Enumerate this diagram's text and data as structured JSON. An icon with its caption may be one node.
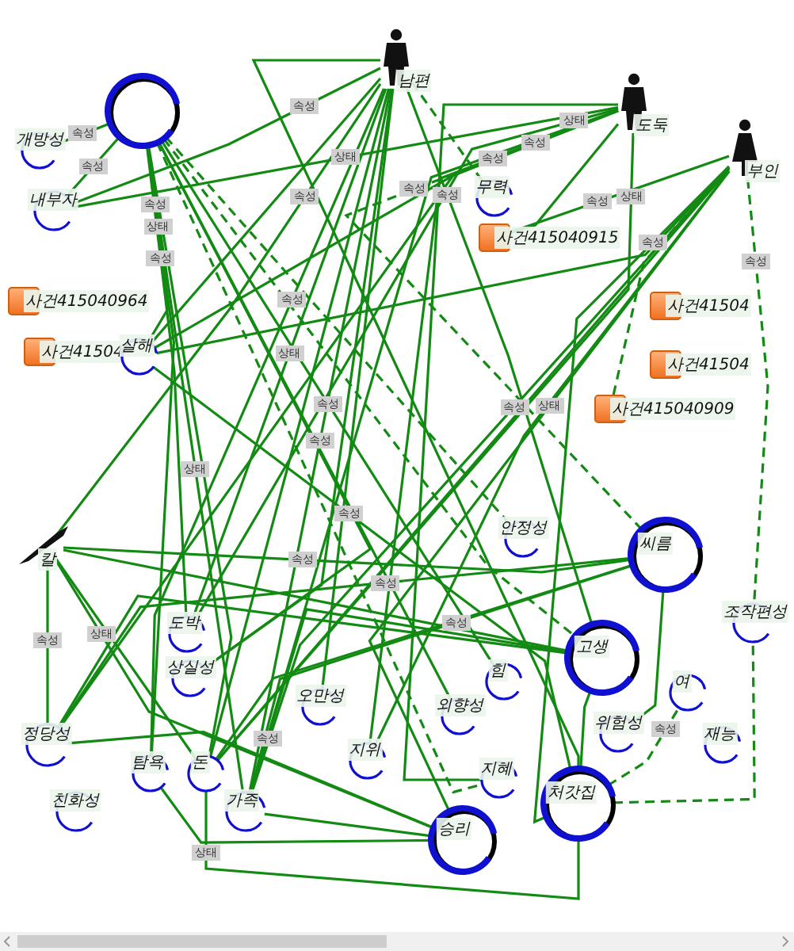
{
  "diagram": {
    "nodes": [
      {
        "text": [],
        "shape": "circle"
      },
      {
        "text": [
          "남편"
        ]
      },
      {
        "text": [
          "도둑"
        ]
      },
      {
        "text": [
          "부인"
        ]
      },
      {
        "text": [
          "개방성"
        ]
      },
      {
        "text": [
          "내부자"
        ]
      },
      {
        "text": [
          "무력"
        ]
      },
      {
        "text": [
          "사건415040915"
        ]
      },
      {
        "text": [
          "사건415040964"
        ]
      },
      {
        "text": [
          "사건41504"
        ]
      },
      {
        "text": [
          "살해"
        ]
      },
      {
        "text": [
          "사건41504"
        ]
      },
      {
        "text": [
          "사건41504"
        ]
      },
      {
        "text": [
          "사건415040909"
        ]
      },
      {
        "text": [
          "칼"
        ]
      },
      {
        "text": [
          "안정성"
        ]
      },
      {
        "text": [
          "씨름"
        ]
      },
      {
        "text": [
          "조작편성"
        ]
      },
      {
        "text": [
          "도박"
        ]
      },
      {
        "text": [
          "상실성"
        ]
      },
      {
        "text": [
          "정당성"
        ]
      },
      {
        "text": [
          "친화성"
        ]
      },
      {
        "text": [
          "탐욕"
        ]
      },
      {
        "text": [
          "돈"
        ]
      },
      {
        "text": [
          "가족"
        ]
      },
      {
        "text": [
          "오만성"
        ]
      },
      {
        "text": [
          "지위"
        ]
      },
      {
        "text": [
          "외향성"
        ]
      },
      {
        "text": [
          "힘"
        ]
      },
      {
        "text": [
          "고생"
        ]
      },
      {
        "text": [
          "위험성"
        ]
      },
      {
        "text": [
          "여"
        ]
      },
      {
        "text": [
          "재능"
        ]
      },
      {
        "text": [
          "지혜"
        ]
      },
      {
        "text": [
          "승리"
        ]
      },
      {
        "text": [
          "처갓집"
        ]
      }
    ],
    "edges": [
      {
        "from": 0,
        "to": 4,
        "arrow": "none",
        "label": "속성"
      },
      {
        "from": 0,
        "to": 5,
        "arrow": "none",
        "label": "속성"
      },
      {
        "from": 0,
        "to": 10,
        "arrow": "none",
        "label": "상태"
      },
      {
        "from": 0,
        "to": 18,
        "arrow": "none",
        "label": "속성"
      },
      {
        "from": 0,
        "to": 19,
        "arrow": "none"
      },
      {
        "from": 0,
        "to": 22,
        "arrow": "none",
        "label": "속성"
      },
      {
        "from": 0,
        "to": 23,
        "arrow": "none"
      },
      {
        "from": 0,
        "to": 24,
        "arrow": "none",
        "label": "상태"
      },
      {
        "from": 0,
        "to": 15,
        "arrow": "none",
        "style": "dashed"
      },
      {
        "from": 0,
        "to": 29,
        "arrow": "none",
        "style": "dashed"
      },
      {
        "from": 0,
        "to": 28,
        "arrow": "none",
        "label": "속성"
      },
      {
        "from": 0,
        "to": 27,
        "arrow": "none"
      },
      {
        "from": 0,
        "to": 33,
        "arrow": "none",
        "style": "dashed"
      },
      {
        "from": 1,
        "to": 5,
        "arrow": "none",
        "label": "속성"
      },
      {
        "from": 1,
        "to": 10,
        "arrow": "none"
      },
      {
        "from": 1,
        "to": 6,
        "arrow": "none",
        "style": "dashed"
      },
      {
        "from": 1,
        "to": 18,
        "arrow": "none",
        "label": "상태"
      },
      {
        "from": 1,
        "to": 19,
        "arrow": "none"
      },
      {
        "from": 1,
        "to": 22,
        "arrow": "none",
        "label": "속성"
      },
      {
        "from": 1,
        "to": 23,
        "arrow": "none"
      },
      {
        "from": 1,
        "to": 24,
        "arrow": "none",
        "label": "속성"
      },
      {
        "from": 1,
        "to": 25,
        "arrow": "none"
      },
      {
        "from": 1,
        "to": 29,
        "arrow": "none",
        "label": "속성"
      },
      {
        "from": 1,
        "to": 35,
        "arrow": "none"
      },
      {
        "from": 1,
        "to": 14,
        "arrow": "none",
        "label": "속성"
      },
      {
        "from": 2,
        "to": 5,
        "arrow": "none",
        "label": "상태"
      },
      {
        "from": 2,
        "to": 10,
        "arrow": "none",
        "label": "속성"
      },
      {
        "from": 2,
        "to": 7,
        "arrow": "none"
      },
      {
        "from": 2,
        "to": 16,
        "arrow": "none",
        "style": "dashed",
        "label": "속성"
      },
      {
        "from": 2,
        "to": 18,
        "arrow": "none",
        "label": "상태"
      },
      {
        "from": 2,
        "to": 24,
        "arrow": "none"
      },
      {
        "from": 2,
        "to": 26,
        "arrow": "none",
        "label": "속성"
      },
      {
        "from": 2,
        "to": 33,
        "arrow": "none"
      },
      {
        "from": 2,
        "to": 23,
        "arrow": "none",
        "label": "상태"
      },
      {
        "from": 2,
        "to": 20,
        "arrow": "none"
      },
      {
        "from": 3,
        "to": 7,
        "arrow": "none",
        "label": "속성"
      },
      {
        "from": 3,
        "to": 10,
        "arrow": "none"
      },
      {
        "from": 3,
        "to": 24,
        "arrow": "none",
        "label": "속성"
      },
      {
        "from": 3,
        "to": 23,
        "arrow": "none"
      },
      {
        "from": 3,
        "to": 34,
        "arrow": "none",
        "label": "상태"
      },
      {
        "from": 3,
        "to": 17,
        "arrow": "none",
        "style": "dashed",
        "label": "속성"
      },
      {
        "from": 3,
        "to": 13,
        "arrow": "none",
        "style": "dashed"
      },
      {
        "from": 3,
        "to": 35,
        "arrow": "none",
        "label": "속성"
      },
      {
        "from": 3,
        "to": 26,
        "arrow": "none"
      },
      {
        "from": 14,
        "to": 16,
        "arrow": "none",
        "label": "속성"
      },
      {
        "from": 14,
        "to": 29,
        "arrow": "none"
      },
      {
        "from": 14,
        "to": 20,
        "arrow": "none",
        "label": "속성"
      },
      {
        "from": 14,
        "to": 23,
        "arrow": "none"
      },
      {
        "from": 14,
        "to": 34,
        "arrow": "none",
        "label": "상태"
      },
      {
        "from": 16,
        "to": 20,
        "arrow": "none",
        "label": "속성"
      },
      {
        "from": 16,
        "to": 23,
        "arrow": "none"
      },
      {
        "from": 16,
        "to": 24,
        "arrow": "none",
        "label": "속성"
      },
      {
        "from": 16,
        "to": 30,
        "arrow": "none"
      },
      {
        "from": 20,
        "to": 29,
        "arrow": "none"
      },
      {
        "from": 20,
        "to": 34,
        "arrow": "none"
      },
      {
        "from": 23,
        "to": 35,
        "arrow": "none",
        "label": "상태"
      },
      {
        "from": 24,
        "to": 34,
        "arrow": "none"
      },
      {
        "from": 24,
        "to": 29,
        "arrow": "none",
        "label": "속성"
      },
      {
        "from": 22,
        "to": 34,
        "arrow": "none"
      },
      {
        "from": 35,
        "to": 31,
        "arrow": "none",
        "style": "dashed",
        "label": "속성"
      },
      {
        "from": 35,
        "to": 17,
        "arrow": "none",
        "style": "dashed"
      },
      {
        "from": 35,
        "to": 29,
        "arrow": "none"
      },
      {
        "from": 10,
        "to": 35,
        "arrow": "none",
        "label": "속성"
      }
    ]
  }
}
